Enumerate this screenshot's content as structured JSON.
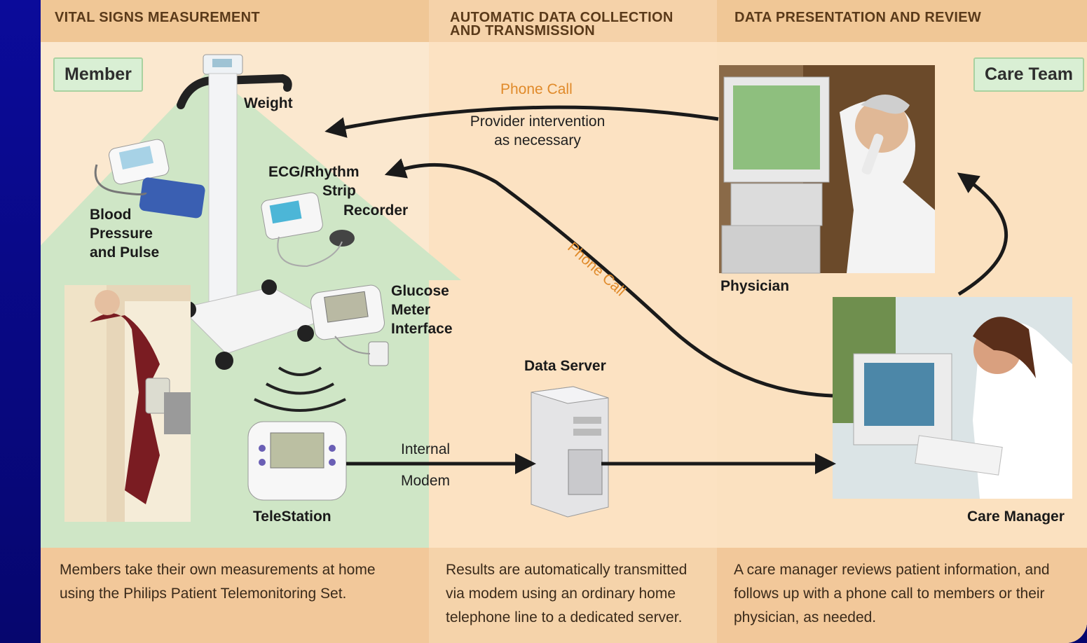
{
  "headers": [
    "VITAL SIGNS MEASUREMENT",
    "AUTOMATIC DATA COLLECTION AND TRANSMISSION",
    "DATA PRESENTATION AND REVIEW"
  ],
  "tags": {
    "member": "Member",
    "care_team": "Care Team"
  },
  "labels": {
    "weight": "Weight",
    "ecg_line1": "ECG/Rhythm",
    "ecg_line2": "Strip",
    "ecg_line3": "Recorder",
    "bp_line1": "Blood",
    "bp_line2": "Pressure",
    "bp_line3": "and Pulse",
    "glucose_line1": "Glucose",
    "glucose_line2": "Meter",
    "glucose_line3": "Interface",
    "telestation": "TeleStation",
    "data_server": "Data Server",
    "physician": "Physician",
    "care_manager": "Care Manager",
    "phone_call": "Phone Call",
    "phone_call_2": "Phone Call",
    "provider_line1": "Provider intervention",
    "provider_line2": "as necessary",
    "internal": "Internal",
    "modem": "Modem"
  },
  "footers": [
    "Members take their own measurements at home using the Philips Patient Telemonitoring Set.",
    "Results are automatically transmitted via modem using an ordinary home telephone line to a dedicated server.",
    "A care manager reviews patient information, and follows up with a phone call to members or their physician, as needed."
  ]
}
